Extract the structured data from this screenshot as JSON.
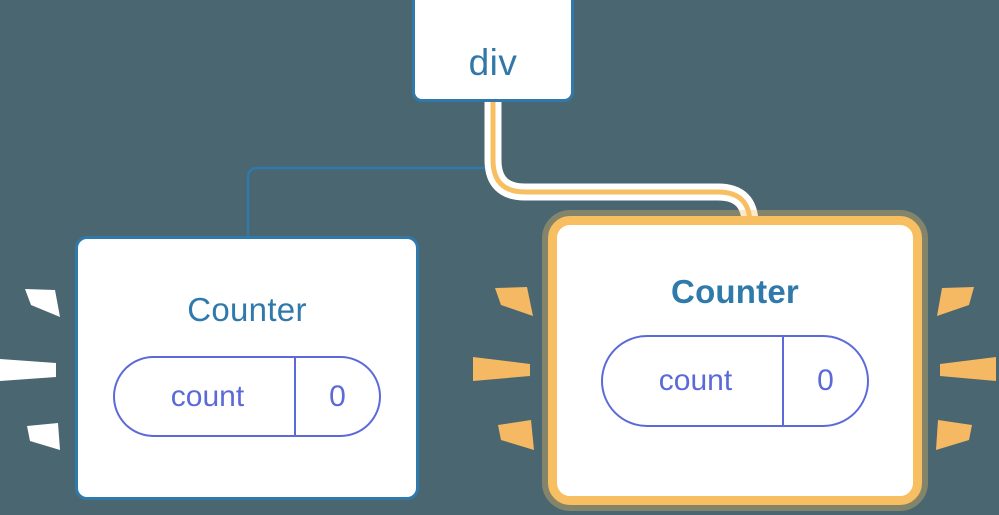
{
  "diagram": {
    "type": "component-tree",
    "background_color": "#4a6670",
    "title_text": "React component tree re-render highlight"
  },
  "colors": {
    "background": "#4a6670",
    "node_border_blue": "#2f7aab",
    "node_text_blue": "#3178a8",
    "state_pill_purple": "#5b6ad8",
    "highlight_orange": "#f7bf62",
    "highlight_halo": "#fbe0b4",
    "wire_white": "#ffffff",
    "node_fill": "#ffffff"
  },
  "nodes": {
    "root": {
      "id": "div",
      "label": "div",
      "kind": "dom-element",
      "highlighted": false,
      "bold": false
    },
    "child_left": {
      "id": "counter-left",
      "label": "Counter",
      "kind": "component",
      "highlighted": false,
      "bold": false,
      "state": {
        "key": "count",
        "value": "0"
      }
    },
    "child_right": {
      "id": "counter-right",
      "label": "Counter",
      "kind": "component",
      "highlighted": true,
      "bold": true,
      "state": {
        "key": "count",
        "value": "0"
      }
    }
  },
  "edges": [
    {
      "id": "edge-div-to-counter-left",
      "from": "div",
      "to": "counter-left",
      "color": "#2f7aab",
      "width": 2,
      "highlighted": false
    },
    {
      "id": "edge-div-to-counter-right",
      "from": "div",
      "to": "counter-right",
      "color": "#f7bf62",
      "width": 5,
      "halo_color": "#ffffff",
      "halo_width": 17,
      "highlighted": true
    }
  ],
  "sparkles": [
    {
      "id": "sparkle-burst-left-outer",
      "anchor": "counter-left-left-edge",
      "color": "#ffffff",
      "ray_count": 3
    },
    {
      "id": "sparkle-burst-left-inner",
      "anchor": "counter-right-left-edge",
      "color": "#f7bf62",
      "ray_count": 3
    },
    {
      "id": "sparkle-burst-right-outer",
      "anchor": "counter-right-right-edge",
      "color": "#f7bf62",
      "ray_count": 3
    }
  ]
}
